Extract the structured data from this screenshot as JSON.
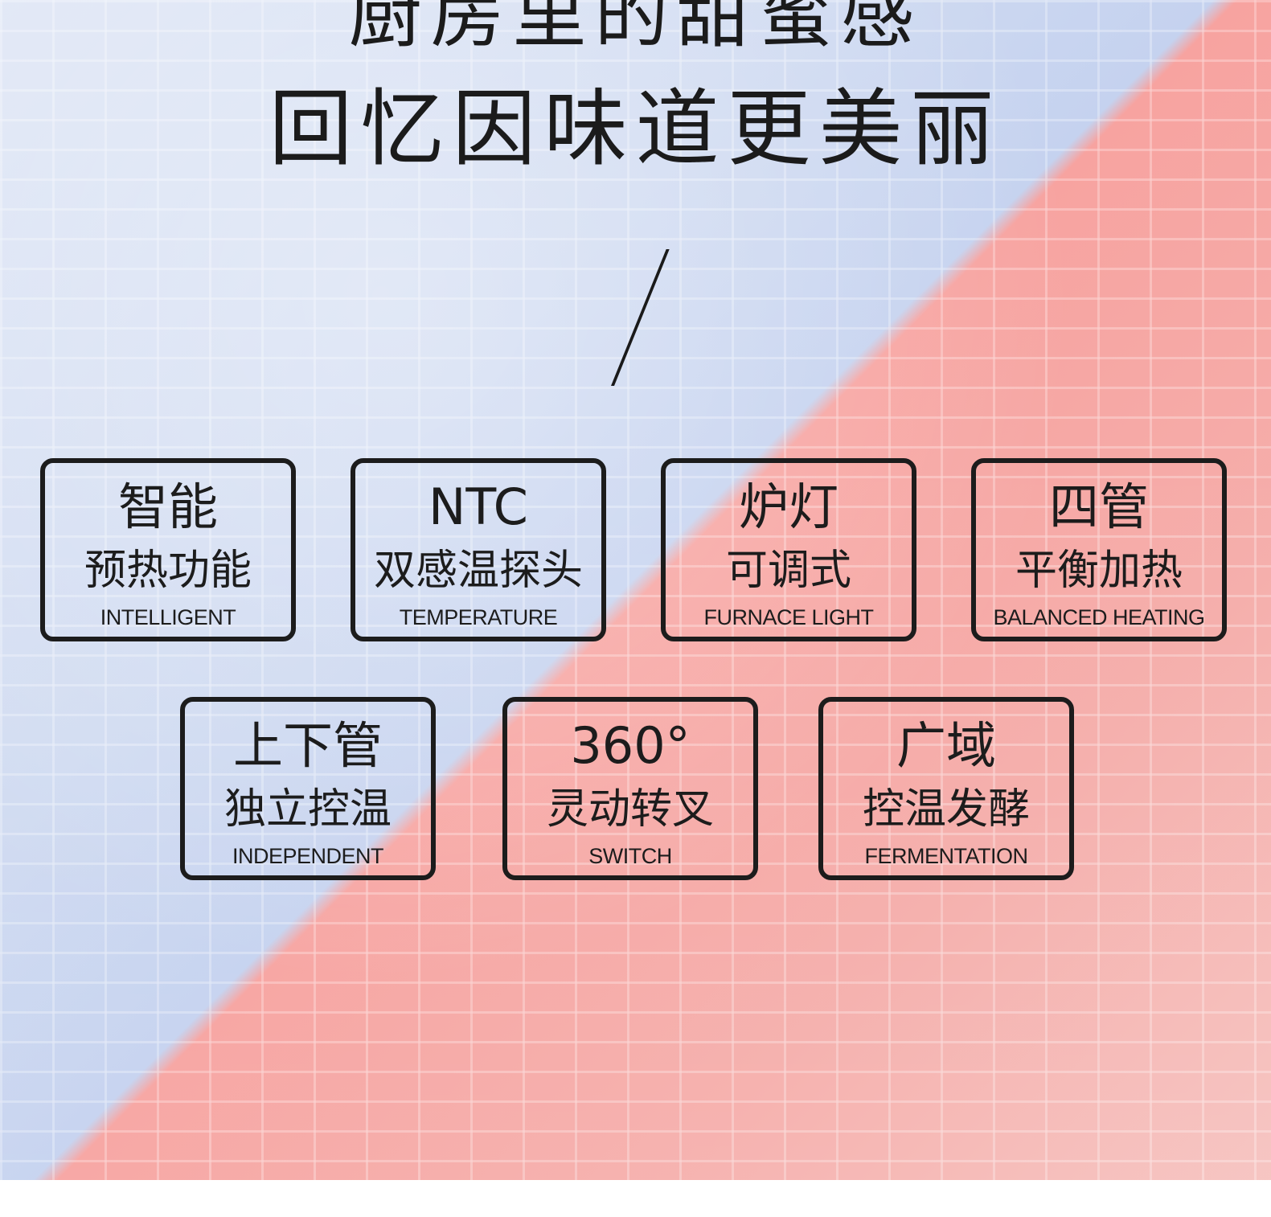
{
  "headline": {
    "line1": "厨房里的甜蜜感",
    "line2": "回忆因味道更美丽"
  },
  "colors": {
    "blue_side": "#c8d4ef",
    "pink_side": "#f6a6a3",
    "ink": "#1c1c1c"
  },
  "features": [
    {
      "title": "智能",
      "subtitle": "预热功能",
      "english": "INTELLIGENT"
    },
    {
      "title": "NTC",
      "subtitle": "双感温探头",
      "english": "TEMPERATURE"
    },
    {
      "title": "炉灯",
      "subtitle": "可调式",
      "english": "FURNACE LIGHT"
    },
    {
      "title": "四管",
      "subtitle": "平衡加热",
      "english": "BALANCED HEATING"
    },
    {
      "title": "上下管",
      "subtitle": "独立控温",
      "english": "INDEPENDENT"
    },
    {
      "title": "360°",
      "subtitle": "灵动转叉",
      "english": "SWITCH"
    },
    {
      "title": "广域",
      "subtitle": "控温发酵",
      "english": "FERMENTATION"
    }
  ]
}
